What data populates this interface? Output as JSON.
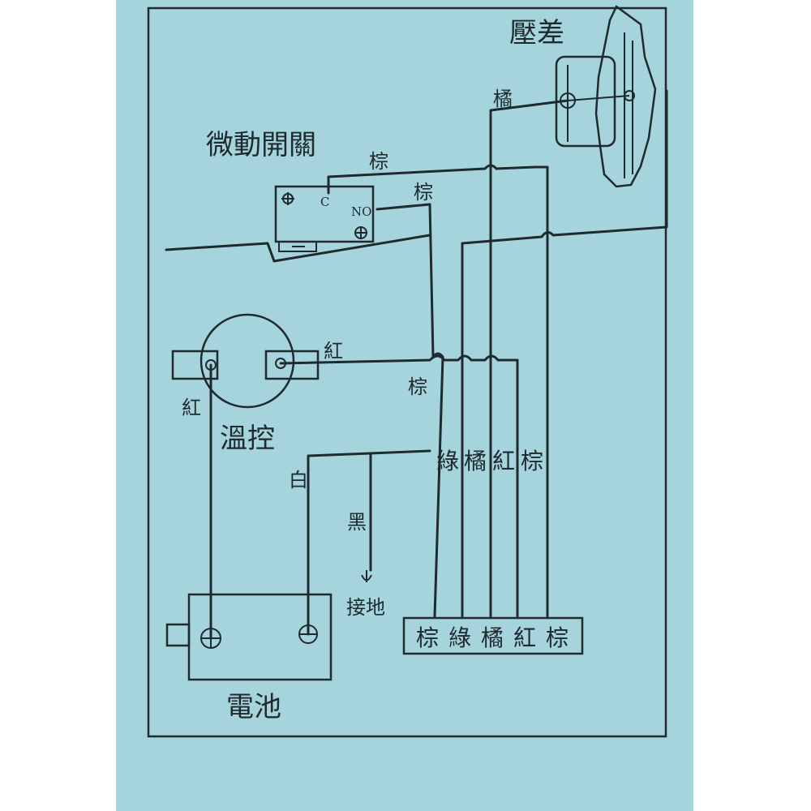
{
  "components": {
    "pressure_switch": "壓差",
    "micro_switch": "微動開關",
    "thermostat": "溫控",
    "battery": "電池",
    "ground": "接地"
  },
  "micro_switch_terminals": {
    "common": "C",
    "normally_open": "NO"
  },
  "wires": {
    "orange_pressure": "橘",
    "brown_c": "棕",
    "brown_no": "棕",
    "red_thermo_right": "紅",
    "brown_mid": "棕",
    "red_thermo_left": "紅",
    "white": "白",
    "black": "黑"
  },
  "bundle_labels": [
    "綠",
    "橘",
    "紅",
    "棕"
  ],
  "terminal_block": {
    "labels": [
      "棕",
      "綠",
      "橘",
      "紅",
      "棕"
    ]
  }
}
